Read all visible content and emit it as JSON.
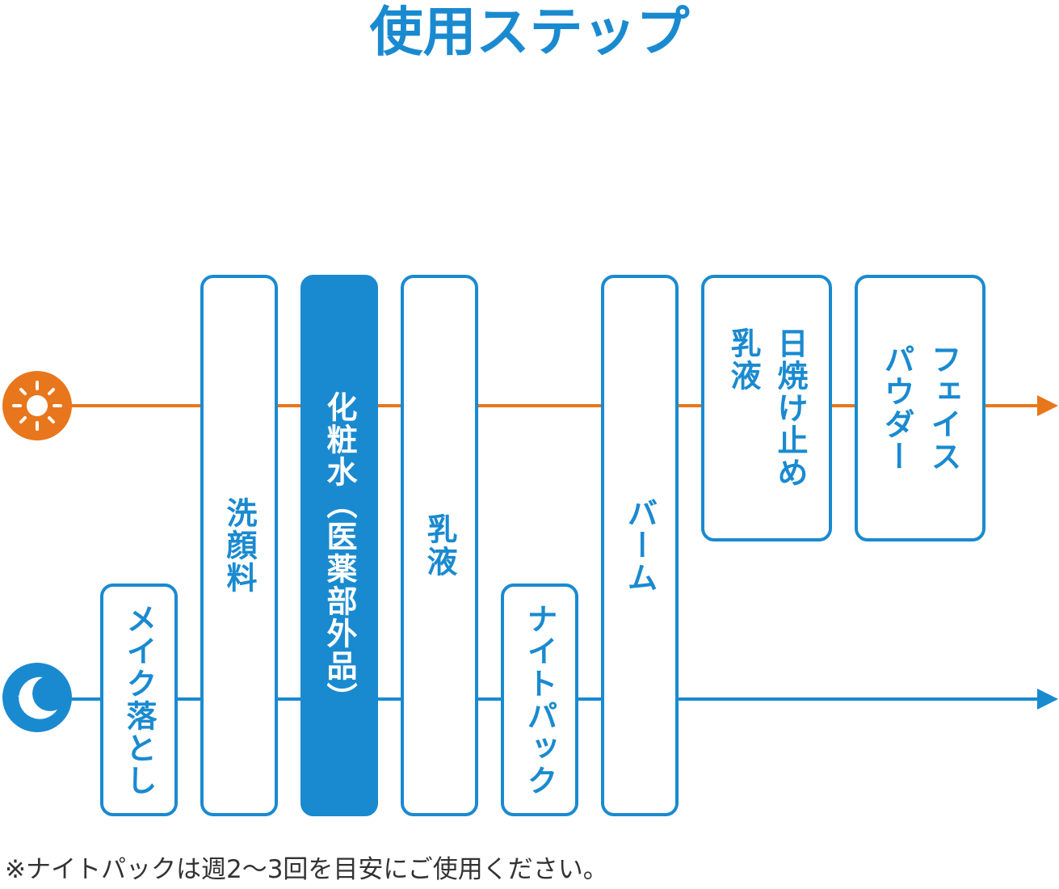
{
  "title": "使用ステップ",
  "colors": {
    "accent_blue": "#1a8ad0",
    "accent_orange": "#e8761c",
    "text": "#333333"
  },
  "icons": {
    "day": "sun-icon",
    "night": "moon-icon"
  },
  "steps": [
    {
      "label": "メイク落とし"
    },
    {
      "label": "洗顔料"
    },
    {
      "label": "化粧水（医薬部外品）"
    },
    {
      "label": "乳液"
    },
    {
      "label": "ナイトパック"
    },
    {
      "label": "バーム"
    },
    {
      "label": "日焼け止め\n乳液"
    },
    {
      "label": "フェイス\nパウダー"
    }
  ],
  "footnote": "※ナイトパックは週2～3回を目安にご使用ください。"
}
